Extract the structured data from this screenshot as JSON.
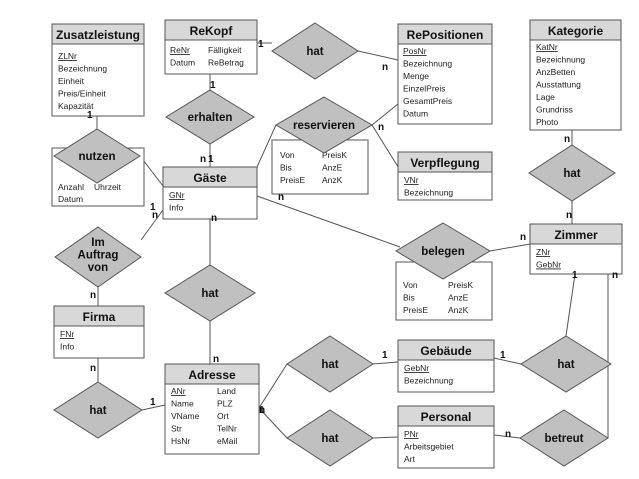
{
  "entities": [
    {
      "id": "zusatzleistung",
      "title": "Zusatzleistung",
      "attrs": [
        {
          "t": "ZLNr",
          "u": true
        },
        {
          "t": "Bezeichnung"
        },
        {
          "t": "Einheit"
        },
        {
          "t": "Preis/Einheit"
        },
        {
          "t": "Kapazität"
        }
      ]
    },
    {
      "id": "rekopf",
      "title": "ReKopf",
      "attrs": [
        {
          "t": "ReNr",
          "u": true
        },
        {
          "t": "Datum"
        },
        {
          "t": "Fälligkeit"
        },
        {
          "t": "ReBetrag"
        }
      ]
    },
    {
      "id": "repositionen",
      "title": "RePositionen",
      "attrs": [
        {
          "t": "PosNr",
          "u": true
        },
        {
          "t": "Bezeichnung"
        },
        {
          "t": "Menge"
        },
        {
          "t": "EinzelPreis"
        },
        {
          "t": "GesamtPreis"
        },
        {
          "t": "Datum"
        }
      ]
    },
    {
      "id": "kategorie",
      "title": "Kategorie",
      "attrs": [
        {
          "t": "KatNr",
          "u": true
        },
        {
          "t": "Bezeichnung"
        },
        {
          "t": "AnzBetten"
        },
        {
          "t": "Ausstattung"
        },
        {
          "t": "Lage"
        },
        {
          "t": "Grundriss"
        },
        {
          "t": "Photo"
        }
      ]
    },
    {
      "id": "gaeste",
      "title": "Gäste",
      "attrs": [
        {
          "t": "GNr",
          "u": true
        },
        {
          "t": "Info"
        }
      ]
    },
    {
      "id": "verpflegung",
      "title": "Verpflegung",
      "attrs": [
        {
          "t": "VNr",
          "u": true
        },
        {
          "t": "Bezeichnung"
        }
      ]
    },
    {
      "id": "zimmer",
      "title": "Zimmer",
      "attrs": [
        {
          "t": "ZNr",
          "u": true
        },
        {
          "t": "GebNr",
          "u": true
        }
      ]
    },
    {
      "id": "firma",
      "title": "Firma",
      "attrs": [
        {
          "t": "FNr",
          "u": true
        },
        {
          "t": "Info"
        }
      ]
    },
    {
      "id": "adresse",
      "title": "Adresse",
      "attrs": [
        {
          "t": "ANr",
          "u": true
        },
        {
          "t": "Name"
        },
        {
          "t": "VName"
        },
        {
          "t": "Str"
        },
        {
          "t": "HsNr"
        },
        {
          "t": "Land"
        },
        {
          "t": "PLZ"
        },
        {
          "t": "Ort"
        },
        {
          "t": "TelNr"
        },
        {
          "t": "eMail"
        }
      ]
    },
    {
      "id": "gebaeude",
      "title": "Gebäude",
      "attrs": [
        {
          "t": "GebNr",
          "u": true
        },
        {
          "t": "Bezeichnung"
        }
      ]
    },
    {
      "id": "personal",
      "title": "Personal",
      "attrs": [
        {
          "t": "PNr",
          "u": true
        },
        {
          "t": "Arbeitsgebiet"
        },
        {
          "t": "Art"
        }
      ]
    }
  ],
  "relationships": [
    {
      "id": "hat-rekopf-repos",
      "label": "hat"
    },
    {
      "id": "erhalten",
      "label": "erhalten"
    },
    {
      "id": "reservieren",
      "label": "reservieren",
      "attrs": [
        "Von",
        "Bis",
        "PreisE",
        "PreisK",
        "AnzE",
        "AnzK"
      ]
    },
    {
      "id": "nutzen",
      "label": "nutzen",
      "attrs": [
        "Anzahl",
        "Uhrzeit",
        "Datum"
      ]
    },
    {
      "id": "hat-kategorie-zimmer",
      "label": "hat"
    },
    {
      "id": "belegen",
      "label": "belegen",
      "attrs": [
        "Von",
        "Bis",
        "PreisE",
        "PreisK",
        "AnzE",
        "AnzK"
      ]
    },
    {
      "id": "im-auftrag-von",
      "label": "Im Auftrag von"
    },
    {
      "id": "hat-gaeste-adresse",
      "label": "hat"
    },
    {
      "id": "hat-firma-adresse",
      "label": "hat"
    },
    {
      "id": "hat-adresse-gebaeude",
      "label": "hat"
    },
    {
      "id": "hat-adresse-personal",
      "label": "hat"
    },
    {
      "id": "hat-gebaeude-zimmer",
      "label": "hat"
    },
    {
      "id": "betreut",
      "label": "betreut"
    }
  ],
  "cardinalities": [
    "1",
    "n",
    "n",
    "1",
    "1",
    "n",
    "n",
    "n",
    "1",
    "n",
    "n",
    "n",
    "1",
    "n",
    "n",
    "n",
    "n",
    "1",
    "n",
    "1",
    "1",
    "1",
    "1",
    "n",
    "n"
  ],
  "colors": {
    "entity_header": "#d8d8d8",
    "entity_body": "#ffffff",
    "diamond": "#c0c0c0",
    "border": "#555555"
  }
}
